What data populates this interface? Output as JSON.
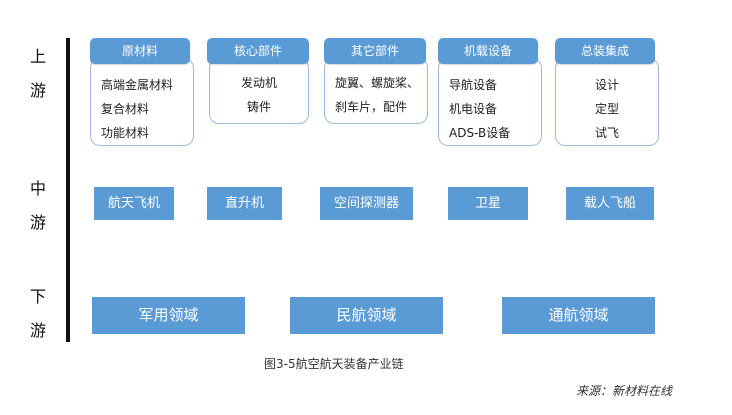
{
  "tiers": {
    "upper": [
      "上",
      "游"
    ],
    "middle": [
      "中",
      "游"
    ],
    "lower": [
      "下",
      "游"
    ]
  },
  "upstream": [
    {
      "header": "原材料",
      "items": [
        "高端金属材料",
        "复合材料",
        "功能材料"
      ]
    },
    {
      "header": "核心部件",
      "items": [
        "发动机",
        "铸件"
      ]
    },
    {
      "header": "其它部件",
      "items": [
        "旋翼、螺旋桨、",
        "刹车片，配件"
      ]
    },
    {
      "header": "机载设备",
      "items": [
        "导航设备",
        "机电设备",
        "ADS-B设备"
      ]
    },
    {
      "header": "总装集成",
      "items": [
        "设计",
        "定型",
        "试飞"
      ]
    }
  ],
  "midstream": [
    "航天飞机",
    "直升机",
    "空间探测器",
    "卫星",
    "载人飞船"
  ],
  "downstream": [
    "军用领域",
    "民航领域",
    "通航领域"
  ],
  "caption": "图3-5航空航天装备产业链",
  "source": "来源：新材料在线",
  "colors": {
    "box_blue": "#5b9bd5",
    "outline": "#9dbbd9"
  }
}
